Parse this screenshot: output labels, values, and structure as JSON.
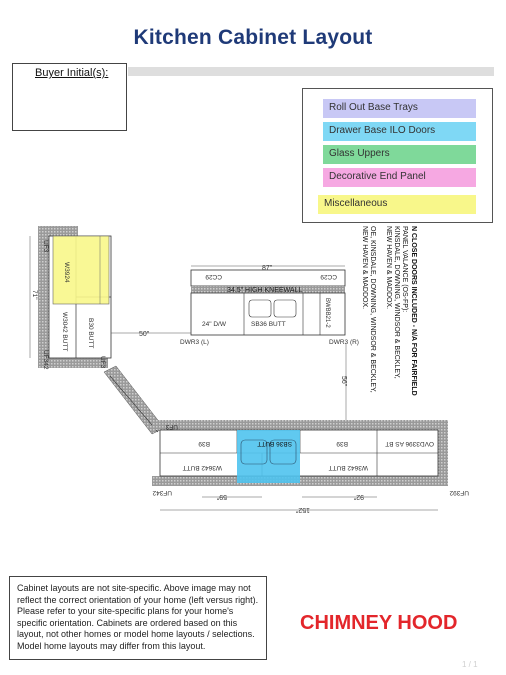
{
  "header": {
    "title": "Kitchen Cabinet Layout"
  },
  "initials": {
    "label": "Buyer Initial(s):"
  },
  "legend": {
    "items": [
      {
        "label": "Roll Out Base Trays",
        "color": "#c8c8f5"
      },
      {
        "label": "Drawer Base ILO Doors",
        "color": "#7fd8f5"
      },
      {
        "label": "Glass Uppers",
        "color": "#7fd99a"
      },
      {
        "label": "Decorative End Panel",
        "color": "#f6a8e2"
      },
      {
        "label": "Miscellaneous",
        "color": "#f8f78a"
      }
    ]
  },
  "plan": {
    "left_wall": {
      "uf3_top": "UF3",
      "w3924": "W3924",
      "dim_71": "71\"",
      "w3042": "W3042 BUTT",
      "b30": "B30 BUTT",
      "uf342": "UF342",
      "uf3_corner": "UF3"
    },
    "kneewall": {
      "dim_87": "87\"",
      "cc29_left": "CC29",
      "cc29_right": "CC29",
      "high_kneewall": "34.5\" HIGH KNEEWALL",
      "bwbb21": "BWBB21-2",
      "dw": "24\" D/W",
      "sb36": "SB36 BUTT",
      "dwr3_l": "DWR3 (L)",
      "dwr3_r": "DWR3 (R)",
      "dim_50": "50\"",
      "dim_56": "56\""
    },
    "island_wall": {
      "uf3": "UF3",
      "b39_left": "B39",
      "sb36": "SB36 BUTT",
      "b39_right": "B39",
      "ovd": "OVD3396 AS BT",
      "w3642_left": "W3642 BUTT",
      "w3642_right": "W3642 BUTT",
      "uf342_left": "UF342",
      "uf392_right": "UF392",
      "dim_59": "59\"",
      "dim_92": "92\"",
      "dim_152": "152\""
    },
    "side_note": [
      "N CLOSE DOORS INCLUDED - N/A FOR FAIRFIELD",
      "PANEL VALANCE (OS-FP):",
      "KINSDALE, DOWNING, WINDSOR & BECKLEY,",
      "NEW HAVEN & MADDOX.",
      "OE, KINSDALE, DOWNING, WINDSOR & BECKLEY,",
      "NEW HAVEN & MADDOX."
    ]
  },
  "note": {
    "text": "Cabinet layouts are not site-specific. Above image may not reflect the correct orientation of your home (left versus right). Please refer to your site-specific plans for your home's specific orientation. Cabinets are ordered based on this layout, not other homes or model home layouts / selections. Model home layouts may differ from this layout."
  },
  "callout": {
    "text": "CHIMNEY HOOD"
  },
  "footer": {
    "page": "1 / 1"
  }
}
